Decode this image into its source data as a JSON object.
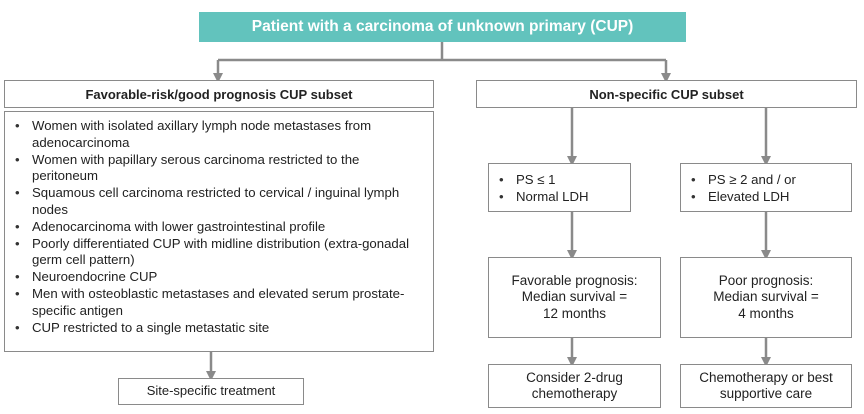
{
  "title": "Patient with a carcinoma of unknown primary (CUP)",
  "favorable": {
    "header": "Favorable-risk/good prognosis CUP subset",
    "criteria": [
      "Women with isolated axillary lymph node metastases from adenocarcinoma",
      "Women with papillary serous carcinoma restricted to the peritoneum",
      "Squamous cell carcinoma restricted to cervical / inguinal lymph nodes",
      "Adenocarcinoma with lower gastrointestinal profile",
      "Poorly differentiated CUP with midline distribution (extra-gonadal germ cell pattern)",
      "Neuroendocrine CUP",
      "Men with osteoblastic metastases and elevated serum prostate-specific antigen",
      "CUP restricted to a single metastatic site"
    ],
    "treatment": "Site-specific treatment"
  },
  "nonspecific": {
    "header": "Non-specific CUP subset",
    "good": {
      "criteria": [
        "PS ≤ 1",
        "Normal LDH"
      ],
      "prognosis_label": "Favorable prognosis:",
      "survival_label": "Median survival =",
      "survival_value": "12 months",
      "treatment_line1": "Consider 2-drug",
      "treatment_line2": "chemotherapy"
    },
    "poor": {
      "criteria": [
        "PS ≥ 2 and / or",
        "Elevated LDH"
      ],
      "prognosis_label": "Poor prognosis:",
      "survival_label": "Median survival =",
      "survival_value": "4 months",
      "treatment_line1": "Chemotherapy or best",
      "treatment_line2": "supportive care"
    }
  },
  "colors": {
    "title_fill": "#62c3bd",
    "connector": "#8a8a8a"
  }
}
